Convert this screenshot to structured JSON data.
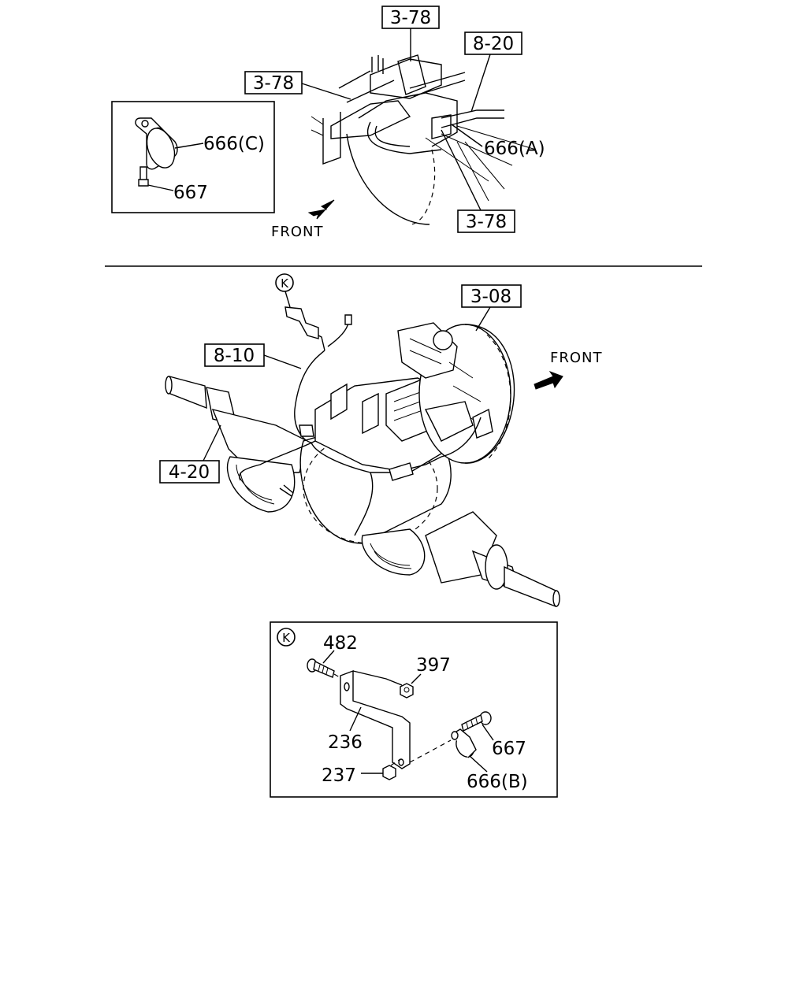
{
  "top_view": {
    "refs": {
      "ref_top": "3-78",
      "ref_left": "3-78",
      "ref_bottom": "3-78",
      "ref_right": "8-20"
    },
    "callouts": {
      "clip_a": "666(A)"
    },
    "inset": {
      "clip_c": "666(C)",
      "bolt": "667"
    },
    "front_label": "FRONT"
  },
  "axle_view": {
    "refs": {
      "ref_hub": "3-08",
      "ref_harness": "8-10",
      "ref_axle": "4-20"
    },
    "detail_marker": "K",
    "front_label": "FRONT"
  },
  "detail_k": {
    "marker": "K",
    "callouts": {
      "bolt_482": "482",
      "nut_397": "397",
      "bracket_236": "236",
      "nut_237": "237",
      "bolt_667": "667",
      "clip_666b": "666(B)"
    }
  }
}
